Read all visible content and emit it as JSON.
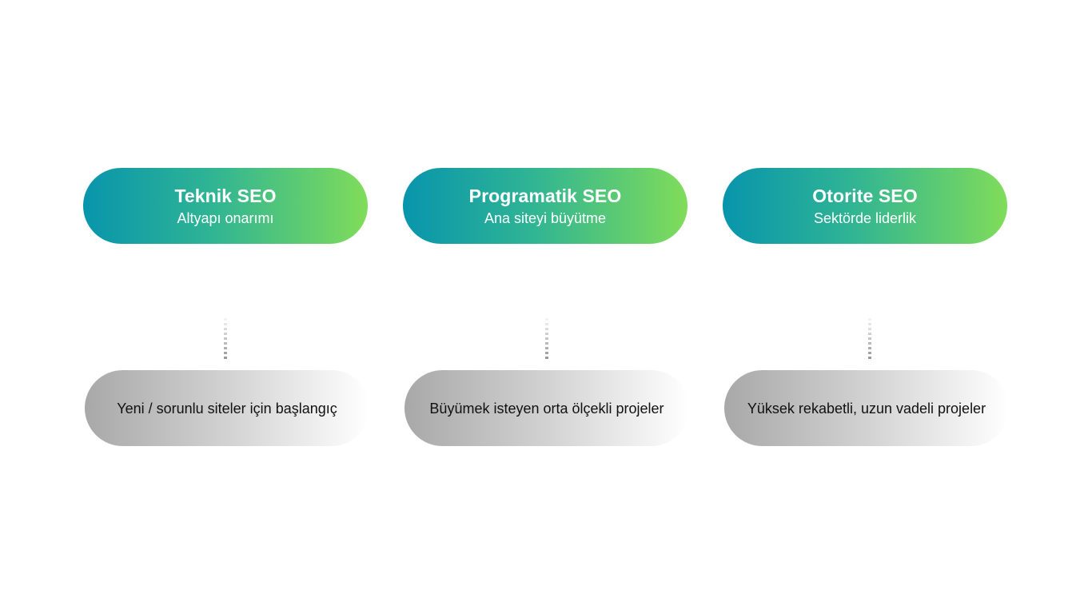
{
  "colors": {
    "top_gradient_start": "#0895ac",
    "top_gradient_end": "#80dc5a",
    "bottom_gradient_start": "#a8a8a8",
    "bottom_gradient_end": "#ffffff",
    "connector": "#999999"
  },
  "columns": [
    {
      "title": "Teknik SEO",
      "subtitle": "Altyapı onarımı",
      "description": "Yeni / sorunlu siteler için başlangıç"
    },
    {
      "title": "Programatik SEO",
      "subtitle": "Ana siteyi büyütme",
      "description": "Büyümek isteyen orta ölçekli projeler"
    },
    {
      "title": "Otorite SEO",
      "subtitle": "Sektörde liderlik",
      "description": "Yüksek rekabetli, uzun vadeli projeler"
    }
  ]
}
